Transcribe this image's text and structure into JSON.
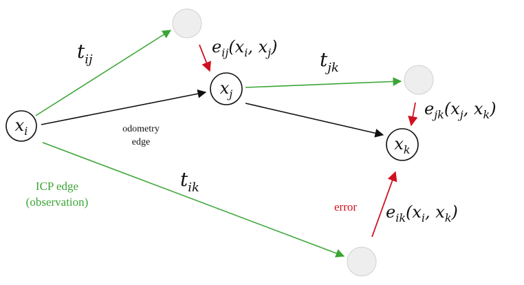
{
  "colors": {
    "observation_edge": "#3aa535",
    "odometry_edge": "#111111",
    "error_arrow": "#d0101e",
    "node_stroke": "#111111",
    "ghost_node_fill": "#eeeeee",
    "ghost_node_stroke": "#d0d0d0"
  },
  "nodes": {
    "xi": {
      "var": "x",
      "sub": "i"
    },
    "xj": {
      "var": "x",
      "sub": "j"
    },
    "xk": {
      "var": "x",
      "sub": "k"
    }
  },
  "labels": {
    "t_ij": {
      "var": "t",
      "sub": "ij"
    },
    "t_jk": {
      "var": "t",
      "sub": "jk"
    },
    "t_ik": {
      "var": "t",
      "sub": "ik"
    },
    "e_ij": {
      "var": "e",
      "sub": "ij",
      "args": "(x",
      "a1": "i",
      "comma": ", x",
      "a2": "j",
      "close": ")"
    },
    "e_jk": {
      "var": "e",
      "sub": "jk",
      "args": "(x",
      "a1": "j",
      "comma": ", x",
      "a2": "k",
      "close": ")"
    },
    "e_ik": {
      "var": "e",
      "sub": "ik",
      "args": "(x",
      "a1": "i",
      "comma": ", x",
      "a2": "k",
      "close": ")"
    },
    "odometry_line1": "odometry",
    "odometry_line2": "edge",
    "icp_line1": "ICP edge",
    "icp_line2": "(observation)",
    "error": "error"
  }
}
